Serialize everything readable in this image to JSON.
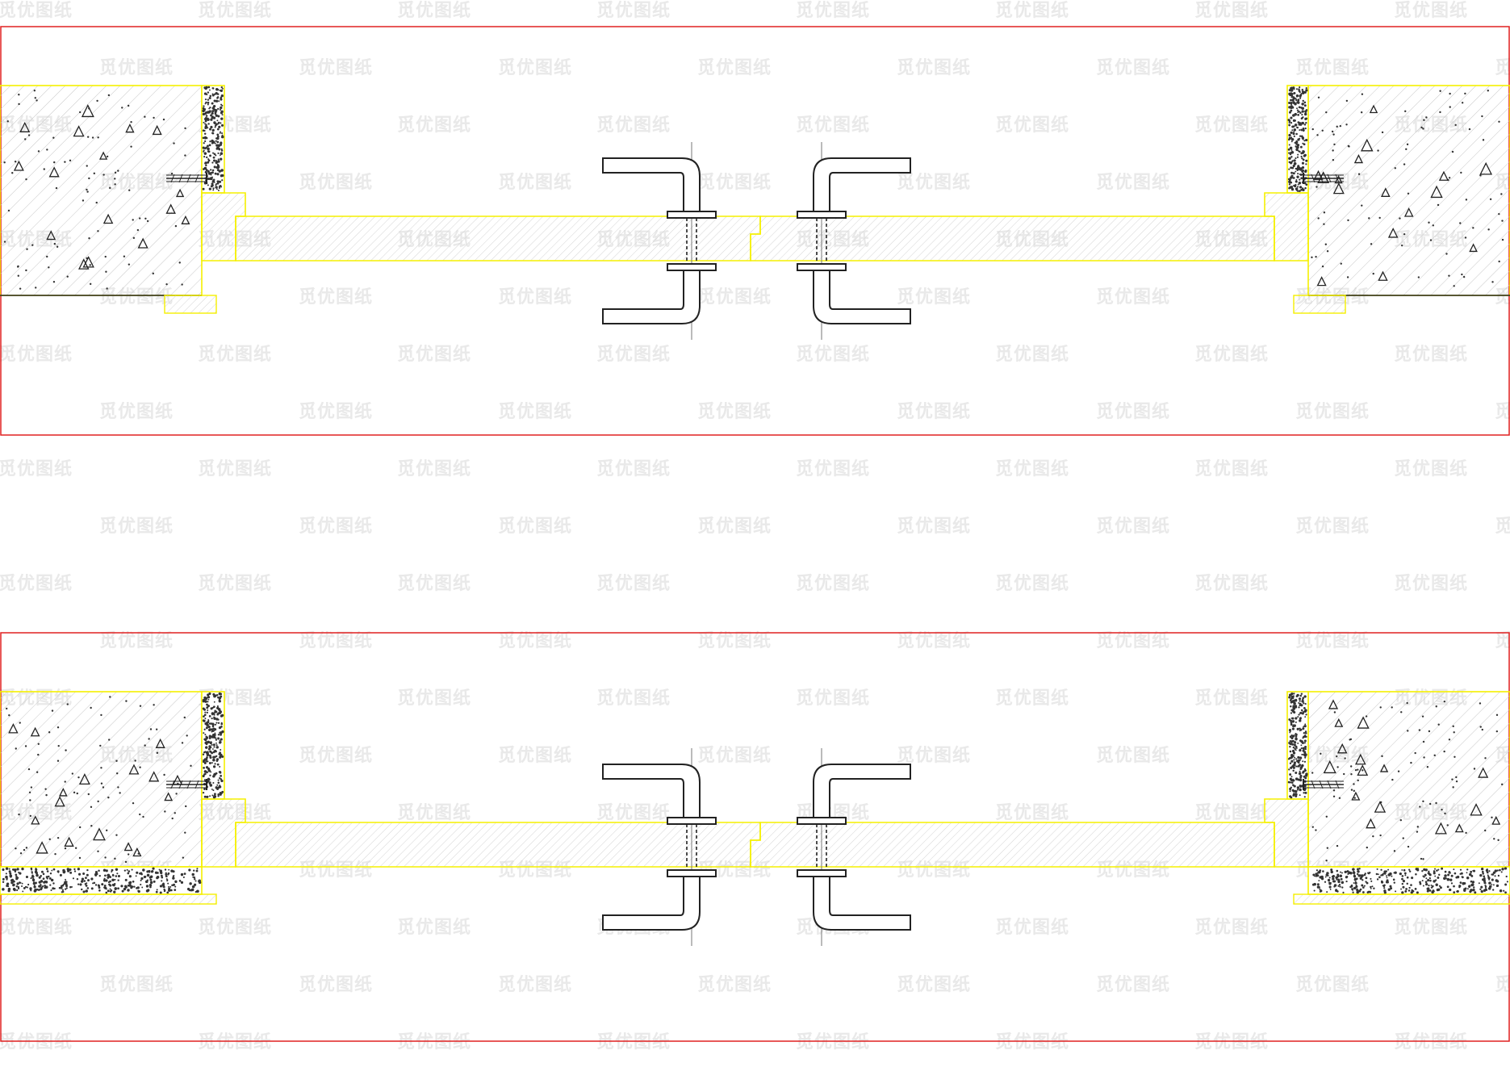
{
  "watermark": {
    "text": "觅优图纸"
  },
  "colors": {
    "frame": "#e02020",
    "outline_yellow": "#f5f000",
    "line_black": "#222222",
    "hatch": "#bdbdbd",
    "speckle": "#333333"
  },
  "details": [
    {
      "id": "detail-top",
      "variant": "plain-floor",
      "components": [
        "concrete-wall",
        "plaster-render",
        "expansion-anchor",
        "door-frame-jamb",
        "door-leaf",
        "lever-handle-pair",
        "floor-trim"
      ]
    },
    {
      "id": "detail-bottom",
      "variant": "screed-floor",
      "components": [
        "concrete-wall",
        "plaster-render",
        "expansion-anchor",
        "door-frame-jamb",
        "door-leaf",
        "lever-handle-pair",
        "floor-screed"
      ]
    }
  ]
}
